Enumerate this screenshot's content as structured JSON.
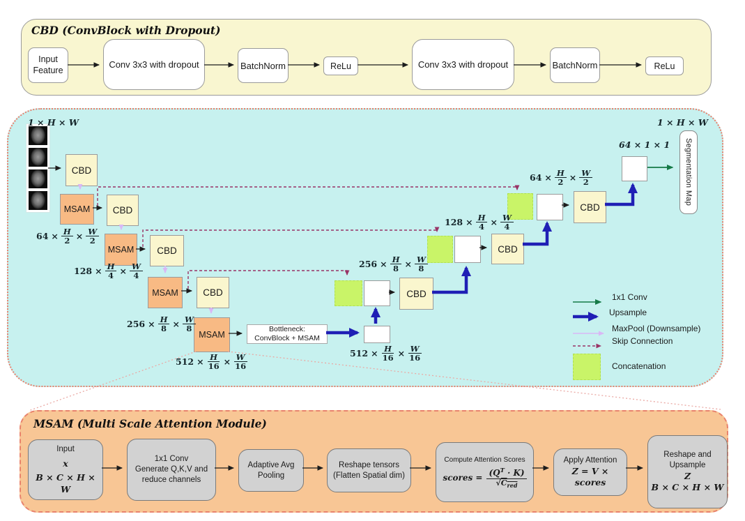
{
  "colors": {
    "cbd_panel_bg": "#f9f6d0",
    "unet_panel_bg": "#c7f1ef",
    "msam_panel_bg": "#f8c695",
    "cbd_box_bg": "#faf6ce",
    "msam_box_bg": "#f8ba84",
    "concat_green": "#c9f468",
    "upsample_blue": "#1f1fb5",
    "conv1x1_green": "#157a47",
    "maxpool_violet": "#d9b8f5",
    "skip_maroon": "#993366"
  },
  "cbd_panel": {
    "title": "CBD (ConvBlock with Dropout)",
    "input": "Input Feature",
    "conv1": "Conv 3x3 with dropout",
    "bn1": "BatchNorm",
    "relu1": "ReLu",
    "conv2": "Conv 3x3 with dropout",
    "bn2": "BatchNorm",
    "relu2": "ReLu"
  },
  "unet": {
    "cbd": "CBD",
    "msam": "MSAM",
    "bottleneck_line1": "Bottleneck:",
    "bottleneck_line2": "ConvBlock + MSAM",
    "segmentation_map": "Segmentation Map",
    "dims": {
      "times": "×",
      "input": "1 × H × W",
      "enc2": {
        "pre": "64",
        "n1": "H",
        "d1": "2",
        "n2": "W",
        "d2": "2"
      },
      "enc4": {
        "pre": "128",
        "n1": "H",
        "d1": "4",
        "n2": "W",
        "d2": "4"
      },
      "enc8": {
        "pre": "256",
        "n1": "H",
        "d1": "8",
        "n2": "W",
        "d2": "8"
      },
      "enc16": {
        "pre": "512",
        "n1": "H",
        "d1": "16",
        "n2": "W",
        "d2": "16"
      },
      "dec16": {
        "pre": "512",
        "n1": "H",
        "d1": "16",
        "n2": "W",
        "d2": "16"
      },
      "dec8": {
        "pre": "256",
        "n1": "H",
        "d1": "8",
        "n2": "W",
        "d2": "8"
      },
      "dec4": {
        "pre": "128",
        "n1": "H",
        "d1": "4",
        "n2": "W",
        "d2": "4"
      },
      "dec2": {
        "pre": "64",
        "n1": "H",
        "d1": "2",
        "n2": "W",
        "d2": "2"
      },
      "out_conv": "64 × 1 × 1",
      "output": "1 × H × W"
    },
    "legend": {
      "conv1x1": "1x1 Conv",
      "upsample": "Upsample",
      "maxpool": "MaxPool (Downsample)",
      "skip": "Skip Connection",
      "concat": "Concatenation"
    }
  },
  "msam_panel": {
    "title": "MSAM (Multi Scale Attention Module)",
    "b1": {
      "l1": "Input",
      "l2": "x",
      "l3": "B × C × H × W"
    },
    "b2": {
      "l1": "1x1 Conv",
      "l2": "Generate Q,K,V and",
      "l3": "reduce channels"
    },
    "b3": {
      "l1": "Adaptive Avg",
      "l2": "Pooling"
    },
    "b4": {
      "l1": "Reshape tensors",
      "l2": "(Flatten Spatial dim)"
    },
    "b5": {
      "title": "Compute Attention Scores",
      "lhs": "scores =",
      "num_a": "(Q",
      "num_sup": "T",
      "num_b": " · K)",
      "den_pre": "√",
      "den_main": "C",
      "den_sub": "red"
    },
    "b6": {
      "l1": "Apply Attention",
      "l2": "Z = V × scores"
    },
    "b7": {
      "l1": "Reshape and",
      "l2": "Upsample",
      "l3": "Z",
      "l4": "B × C × H × W"
    }
  }
}
